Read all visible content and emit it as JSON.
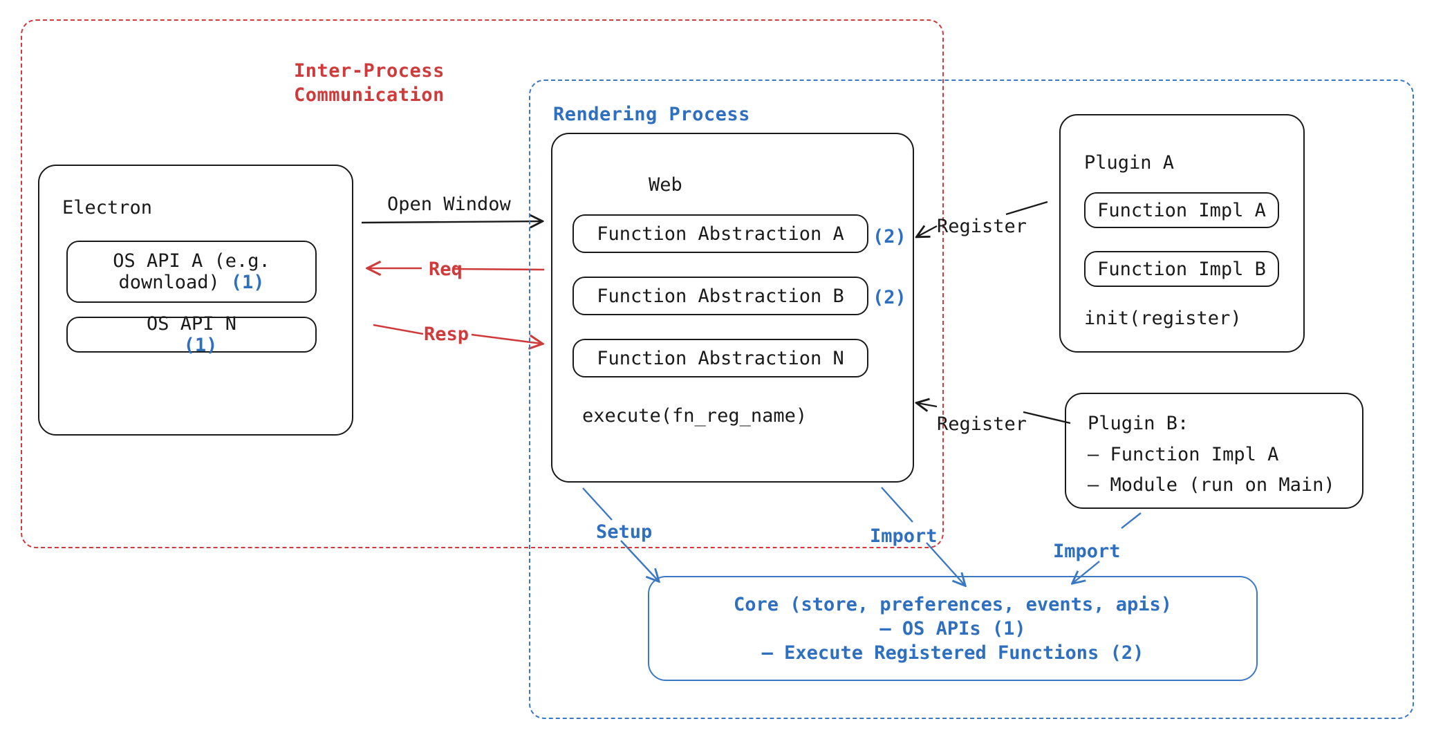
{
  "regions": {
    "ipc": {
      "label": "Inter-Process\nCommunication",
      "color": "#cf3b3b",
      "style": "dashed"
    },
    "rendering": {
      "label": "Rendering Process",
      "color": "#3b78c4",
      "style": "dashed"
    }
  },
  "electron": {
    "title": "Electron",
    "apis": [
      {
        "label": "OS API A (e.g.\ndownload)",
        "marker": "(1)"
      },
      {
        "label": "OS API N",
        "marker": "(1)"
      }
    ]
  },
  "web": {
    "title": "Web",
    "abstractions": [
      {
        "label": "Function Abstraction A",
        "marker": "(2)"
      },
      {
        "label": "Function Abstraction B",
        "marker": "(2)"
      },
      {
        "label": "Function Abstraction N",
        "marker": ""
      }
    ],
    "execute": "execute(fn_reg_name)"
  },
  "plugin_a": {
    "title": "Plugin A",
    "impls": [
      "Function Impl A",
      "Function Impl B"
    ],
    "init": "init(register)"
  },
  "plugin_b": {
    "lines": [
      "Plugin B:",
      "– Function Impl A",
      "– Module (run on Main)"
    ]
  },
  "core": {
    "lines": [
      "Core (store, preferences, events, apis)",
      "– OS APIs (1)",
      "– Execute Registered Functions (2)"
    ]
  },
  "arrows": {
    "open_window": {
      "label": "Open Window",
      "color": "#1a1a1a"
    },
    "req": {
      "label": "Req",
      "color": "#cf3b3b"
    },
    "resp": {
      "label": "Resp",
      "color": "#cf3b3b"
    },
    "register_a": {
      "label": "Register",
      "color": "#1a1a1a"
    },
    "register_b": {
      "label": "Register",
      "color": "#1a1a1a"
    },
    "setup": {
      "label": "Setup",
      "color": "#3b78c4"
    },
    "import_web": {
      "label": "Import",
      "color": "#3b78c4"
    },
    "import_plugin": {
      "label": "Import",
      "color": "#3b78c4"
    }
  },
  "colors": {
    "red": "#cf3b3b",
    "blue": "#2f6fc0",
    "blue_line": "#3b78c4",
    "black": "#1a1a1a"
  }
}
